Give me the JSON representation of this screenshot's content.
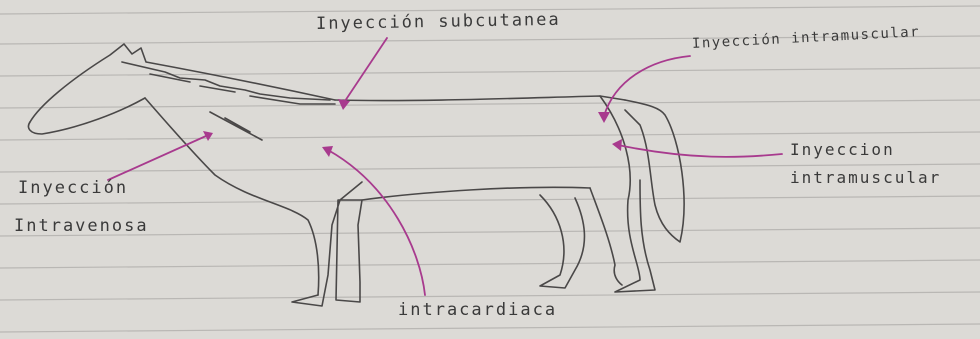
{
  "labels": {
    "subcutanea": "Inyección subcutanea",
    "intramuscular_top": "Inyección intramuscular",
    "intravenosa_line1": "Inyección",
    "intravenosa_line2": "Intravenosa",
    "intramuscular_right_line1": "Inyeccion",
    "intramuscular_right_line2": "intramuscular",
    "intracardiaca": "intracardiaca"
  },
  "colors": {
    "paper": "#dcdad6",
    "rule_line": "#b9b7b4",
    "pencil": "#4a4848",
    "arrow": "#a83a8e"
  }
}
